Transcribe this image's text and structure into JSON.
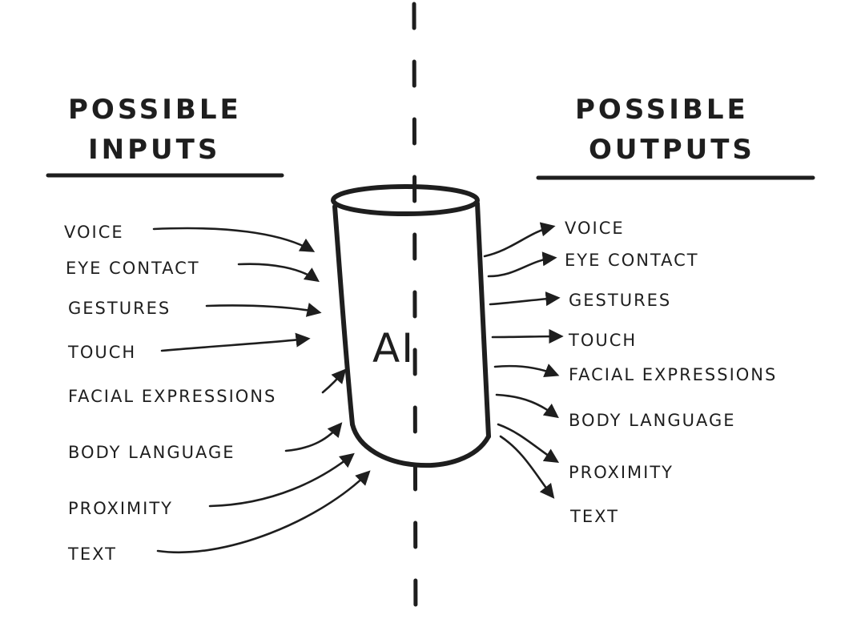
{
  "inputs": {
    "heading_line1": "POSSIBLE",
    "heading_line2": "INPUTS",
    "items": [
      "VOICE",
      "EYE CONTACT",
      "GESTURES",
      "TOUCH",
      "FACIAL EXPRESSIONS",
      "BODY LANGUAGE",
      "PROXIMITY",
      "TEXT"
    ]
  },
  "outputs": {
    "heading_line1": "POSSIBLE",
    "heading_line2": "OUTPUTS",
    "items": [
      "VOICE",
      "EYE CONTACT",
      "GESTURES",
      "TOUCH",
      "FACIAL EXPRESSIONS",
      "BODY LANGUAGE",
      "PROXIMITY",
      "TEXT"
    ]
  },
  "center": {
    "label": "AI"
  },
  "colors": {
    "ink": "#1e1e1e",
    "paper": "#ffffff"
  }
}
